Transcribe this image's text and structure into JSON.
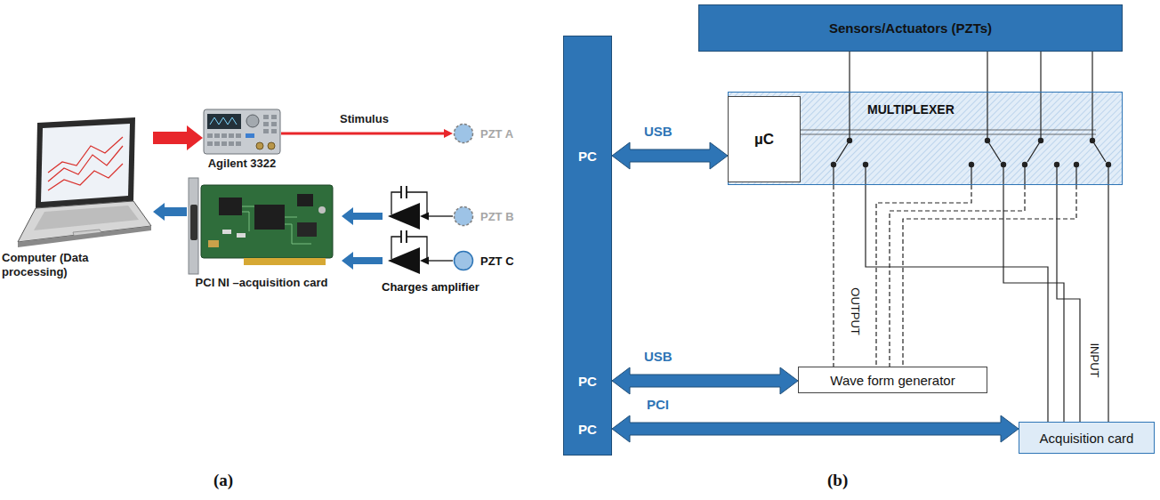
{
  "diagram": {
    "nodes": [
      {
        "text": [
          "Computer (Data processing)"
        ]
      },
      {
        "text": [
          "Agilent 3322"
        ]
      },
      {
        "text": [
          "PCI NI –acquisition card"
        ]
      },
      {
        "text": [
          "PZT A"
        ]
      },
      {
        "text": [
          "PZT B"
        ]
      },
      {
        "text": [
          "PZT C"
        ]
      },
      {
        "text": [
          "PC",
          "PC",
          "PC"
        ]
      },
      {
        "text": [
          "Sensors/Actuators (PZTs)"
        ]
      },
      {
        "text": [
          "MULTIPLEXER"
        ]
      },
      {
        "text": [
          "µC"
        ],
        "in": 8
      },
      {
        "text": [
          "Wave form generator"
        ]
      },
      {
        "text": [
          "Acquisition card"
        ]
      }
    ],
    "edges": [
      {
        "from": 0,
        "to": 1,
        "arrow": "to"
      },
      {
        "from": 2,
        "to": 0,
        "arrow": "to"
      },
      {
        "from": 1,
        "to": 3,
        "label": "Stimulus",
        "arrow": "to"
      },
      {
        "from": 6,
        "to": 9,
        "label": "USB",
        "arrow": "both"
      },
      {
        "from": 6,
        "to": 10,
        "label": "USB",
        "arrow": "both"
      },
      {
        "from": 6,
        "to": 11,
        "label": "PCI",
        "arrow": "both"
      },
      {
        "from": 7,
        "to": 8,
        "arrow": "none"
      },
      {
        "from": 7,
        "to": 8,
        "arrow": "none"
      },
      {
        "from": 7,
        "to": 8,
        "arrow": "none"
      },
      {
        "from": 7,
        "to": 8,
        "arrow": "none"
      },
      {
        "from": 8,
        "to": 10,
        "arrow": "none"
      },
      {
        "from": 8,
        "to": 10,
        "arrow": "none"
      },
      {
        "from": 8,
        "to": 10,
        "arrow": "none"
      },
      {
        "from": 8,
        "to": 10,
        "arrow": "none"
      },
      {
        "from": 8,
        "to": 11,
        "arrow": "none"
      },
      {
        "from": 8,
        "to": 11,
        "arrow": "none"
      },
      {
        "from": 8,
        "to": 11,
        "arrow": "none"
      },
      {
        "from": 8,
        "to": 11,
        "arrow": "none"
      }
    ],
    "labels": [
      "Charges amplifier",
      "OUTPUT",
      "INPUT",
      "(a)",
      "(b)"
    ]
  }
}
